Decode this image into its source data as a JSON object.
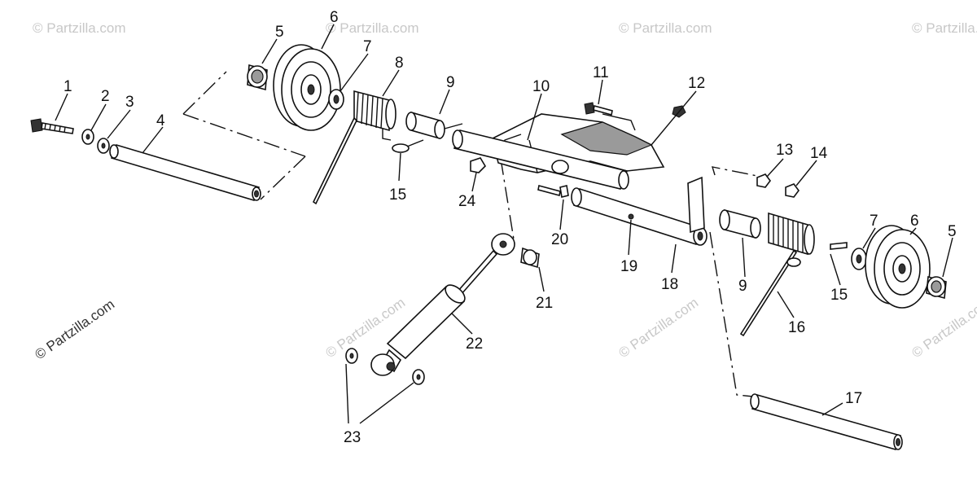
{
  "watermark": "© Partzilla.com",
  "callouts": {
    "c1": "1",
    "c2": "2",
    "c3": "3",
    "c4": "4",
    "c5": "5",
    "c6": "6",
    "c7": "7",
    "c8": "8",
    "c9": "9",
    "c10": "10",
    "c11": "11",
    "c12": "12",
    "c13": "13",
    "c14": "14",
    "c15": "15",
    "c16": "16",
    "c17": "17",
    "c18": "18",
    "c19": "19",
    "c20": "20",
    "c21": "21",
    "c22": "22",
    "c23": "23",
    "c24": "24"
  }
}
